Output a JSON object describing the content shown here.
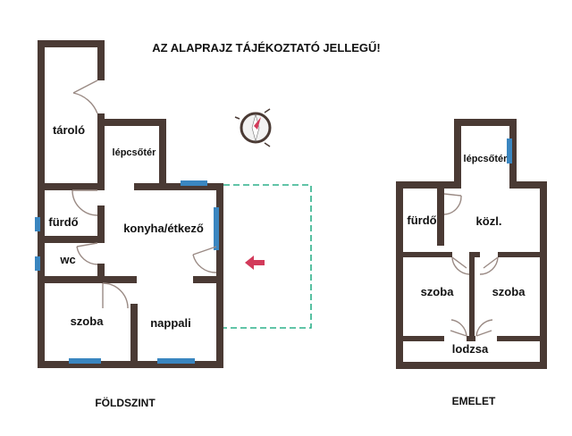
{
  "header": {
    "disclaimer": "AZ ALAPRAJZ TÁJÉKOZTATÓ JELLEGŰ!"
  },
  "ground_floor": {
    "caption": "FÖLDSZINT",
    "rooms": {
      "storage": "tároló",
      "stairwell": "lépcsőtér",
      "bathroom": "fürdő",
      "kitchen": "konyha/étkező",
      "wc": "wc",
      "bedroom": "szoba",
      "living": "nappali"
    }
  },
  "upper_floor": {
    "caption": "EMELET",
    "rooms": {
      "stairwell": "lépcsőtér",
      "bathroom": "fürdő",
      "hall": "közl.",
      "room_left": "szoba",
      "room_right": "szoba",
      "loggia": "lodzsa"
    }
  },
  "colors": {
    "wall": "#4a3a34",
    "window": "#3a86c0",
    "door": "#9a8a84",
    "terrace": "#2db08a",
    "entrance_arrow": "#d23a5a"
  },
  "icons": {
    "compass": "compass-icon",
    "entrance": "entrance-arrow-icon"
  }
}
